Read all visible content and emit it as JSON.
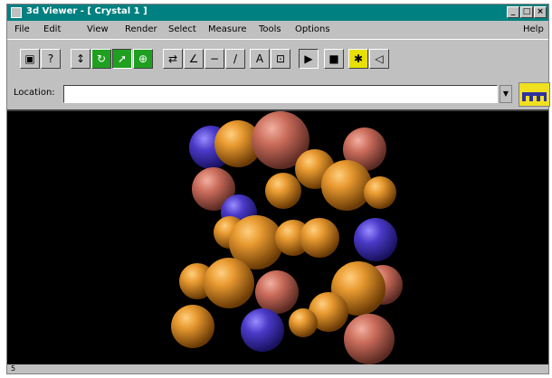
{
  "titlebar": {
    "title": "3d Viewer - [ Crystal 1 ]",
    "buttons": [
      "_",
      "□",
      "×"
    ]
  },
  "menubar": {
    "items": [
      "File",
      "Edit",
      "View",
      "Render",
      "Select",
      "Measure",
      "Tools",
      "Options"
    ],
    "help": "Help"
  },
  "toolbar": {
    "buttons": [
      {
        "icon": "image-icon",
        "glyph": "▣"
      },
      {
        "icon": "question-icon",
        "glyph": "?"
      },
      {
        "icon": "translate-icon",
        "glyph": "↕"
      },
      {
        "icon": "rotate-icon",
        "glyph": "↻"
      },
      {
        "icon": "arrow-icon",
        "glyph": "➚"
      },
      {
        "icon": "zoom-icon",
        "glyph": "⊕"
      },
      {
        "icon": "measure-distance-icon",
        "glyph": "⇄"
      },
      {
        "icon": "measure-angle-icon",
        "glyph": "∠"
      },
      {
        "icon": "minus-icon",
        "glyph": "−"
      },
      {
        "icon": "bond-icon",
        "glyph": "/"
      },
      {
        "icon": "label-icon",
        "glyph": "A"
      },
      {
        "icon": "box-icon",
        "glyph": "⊡"
      },
      {
        "icon": "play-icon",
        "glyph": "▶"
      },
      {
        "icon": "stop-icon",
        "glyph": "■"
      },
      {
        "icon": "star-icon",
        "glyph": "✱"
      },
      {
        "icon": "back-icon",
        "glyph": "◁"
      }
    ]
  },
  "location": {
    "label": "Location:",
    "value": ""
  },
  "status": {
    "text": "5"
  },
  "colors": {
    "titlebar": "#008080",
    "orange_atom": "#d47f1a",
    "pink_atom": "#c96b5a",
    "blue_atom": "#4a3ac8",
    "viewport": "#000000"
  }
}
